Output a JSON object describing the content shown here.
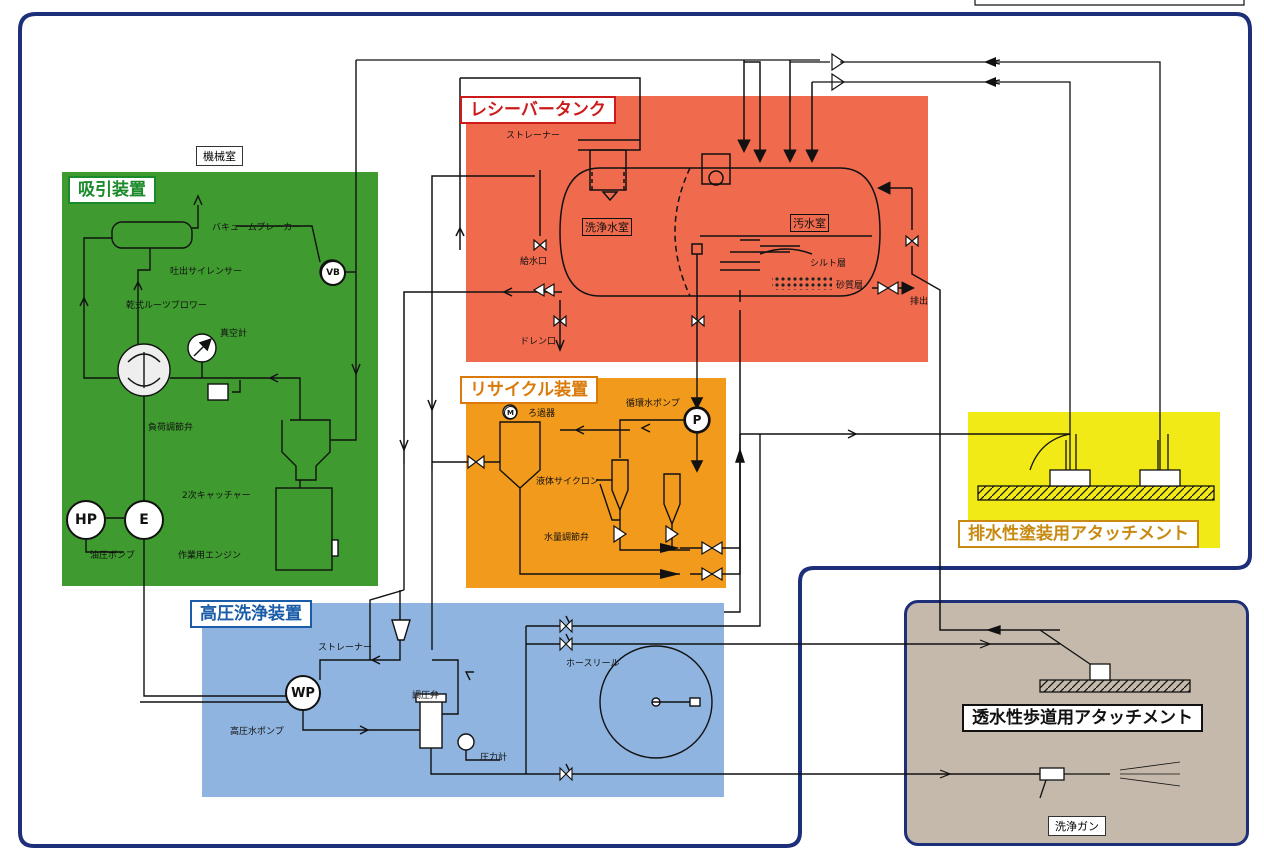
{
  "zones": {
    "suction": {
      "title": "吸引装置",
      "room_label": "機械室",
      "color": "#3f9a2f",
      "title_color": "#1b8a2a"
    },
    "receiver": {
      "title": "レシーバータンク",
      "color": "#f06b4e",
      "title_color": "#cc1a1a"
    },
    "recycle": {
      "title": "リサイクル装置",
      "color": "#f29a1c",
      "title_color": "#d97a0a"
    },
    "high_pressure": {
      "title": "高圧洗浄装置",
      "color": "#8fb4e0",
      "title_color": "#1a5ca8"
    },
    "drainage_attachment": {
      "title": "排水性塗装用アタッチメント",
      "color": "#f2ea16",
      "title_color": "#c88a10"
    },
    "permeable_attachment": {
      "title": "透水性歩道用アタッチメント",
      "color": "#c4b9ab",
      "title_color": "#111111"
    },
    "wash_gun": {
      "label": "洗浄ガン"
    }
  },
  "suction_labels": {
    "vacuum_breaker": "バキュームブレーカー",
    "silencer": "吐出サイレンサー",
    "blower": "乾式ルーツブロワー",
    "vacuum_gauge": "真空計",
    "relief_valve": "負荷調節弁",
    "catcher": "2次キャッチャー",
    "hydraulic_pump": "油圧ポンプ",
    "engine": "作業用エンジン",
    "vb": "VB",
    "hp": "HP",
    "e": "E"
  },
  "receiver_labels": {
    "strainer": "ストレーナー",
    "clean_chamber": "洗浄水室",
    "sewage_chamber": "汚水室",
    "water_supply": "給水口",
    "silt": "シルト層",
    "sand": "砂質層",
    "discharge": "排出",
    "drain": "ドレン口"
  },
  "recycle_labels": {
    "filter": "ろ過器",
    "pump": "循環水ポンプ",
    "cyclone": "液体サイクロン",
    "valve": "水量調節弁",
    "m": "M",
    "p": "P"
  },
  "hp_labels": {
    "strainer": "ストレーナー",
    "pump": "高圧水ポンプ",
    "regulator": "調圧弁",
    "gauge": "圧力計",
    "reel": "ホースリール",
    "wp": "WP"
  }
}
